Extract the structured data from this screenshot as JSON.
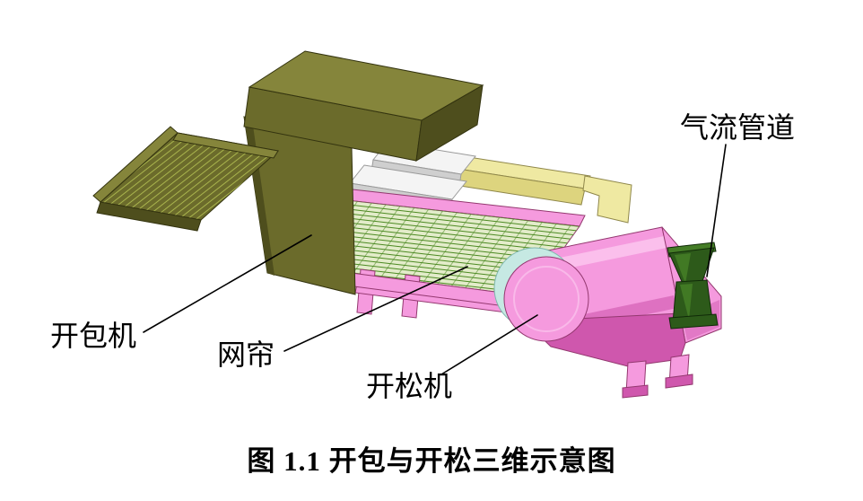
{
  "figure": {
    "caption": "图 1.1 开包与开松三维示意图",
    "labels": {
      "bale_opener": "开包机",
      "mesh_curtain": "网帘",
      "opener": "开松机",
      "air_duct": "气流管道"
    },
    "colors": {
      "olive_top": "#85853b",
      "olive_front": "#6b6b2b",
      "olive_dark": "#4e4e1d",
      "olive_edge": "#33330f",
      "tray_line": "#a9b44d",
      "panel_yellow": "#efe9a2",
      "panel_yellow_dark": "#ddd47e",
      "panel_edge": "#8f874a",
      "step_white": "#f4f4f4",
      "step_gray": "#cfcfcf",
      "pink": "#f59ade",
      "pink_light": "#fbc6ee",
      "pink_dark": "#cf57ad",
      "pink_edge": "#93386f",
      "mesh_bg": "#e3ecca",
      "mesh_line": "#4c8a22",
      "belt_cyan": "#c6e9e3",
      "duct_green": "#2d5a1a",
      "duct_light": "#447c26",
      "duct_edge": "#102a08",
      "line_black": "#000000",
      "background": "#ffffff"
    }
  }
}
